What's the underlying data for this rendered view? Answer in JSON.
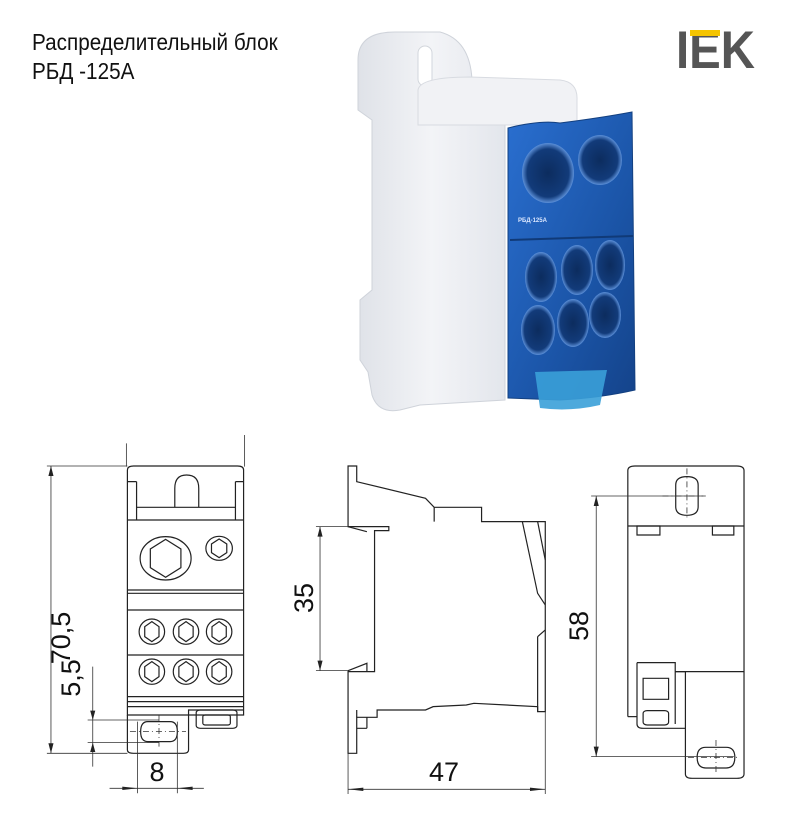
{
  "header": {
    "title_line1": "Распределительный блок",
    "title_line2": "РБД -125А",
    "brand": "IEK"
  },
  "product_photo": {
    "label": "РБД-125А"
  },
  "drawing": {
    "front_height": "70,5",
    "tab_offset": "5,5",
    "tab_width": "8",
    "rail_height": "35",
    "depth": "47",
    "mount_spacing": "58"
  },
  "colors": {
    "brand_gray": "#555555",
    "brand_yellow": "#f5c400",
    "cover_blue": "#1e5fb5"
  }
}
